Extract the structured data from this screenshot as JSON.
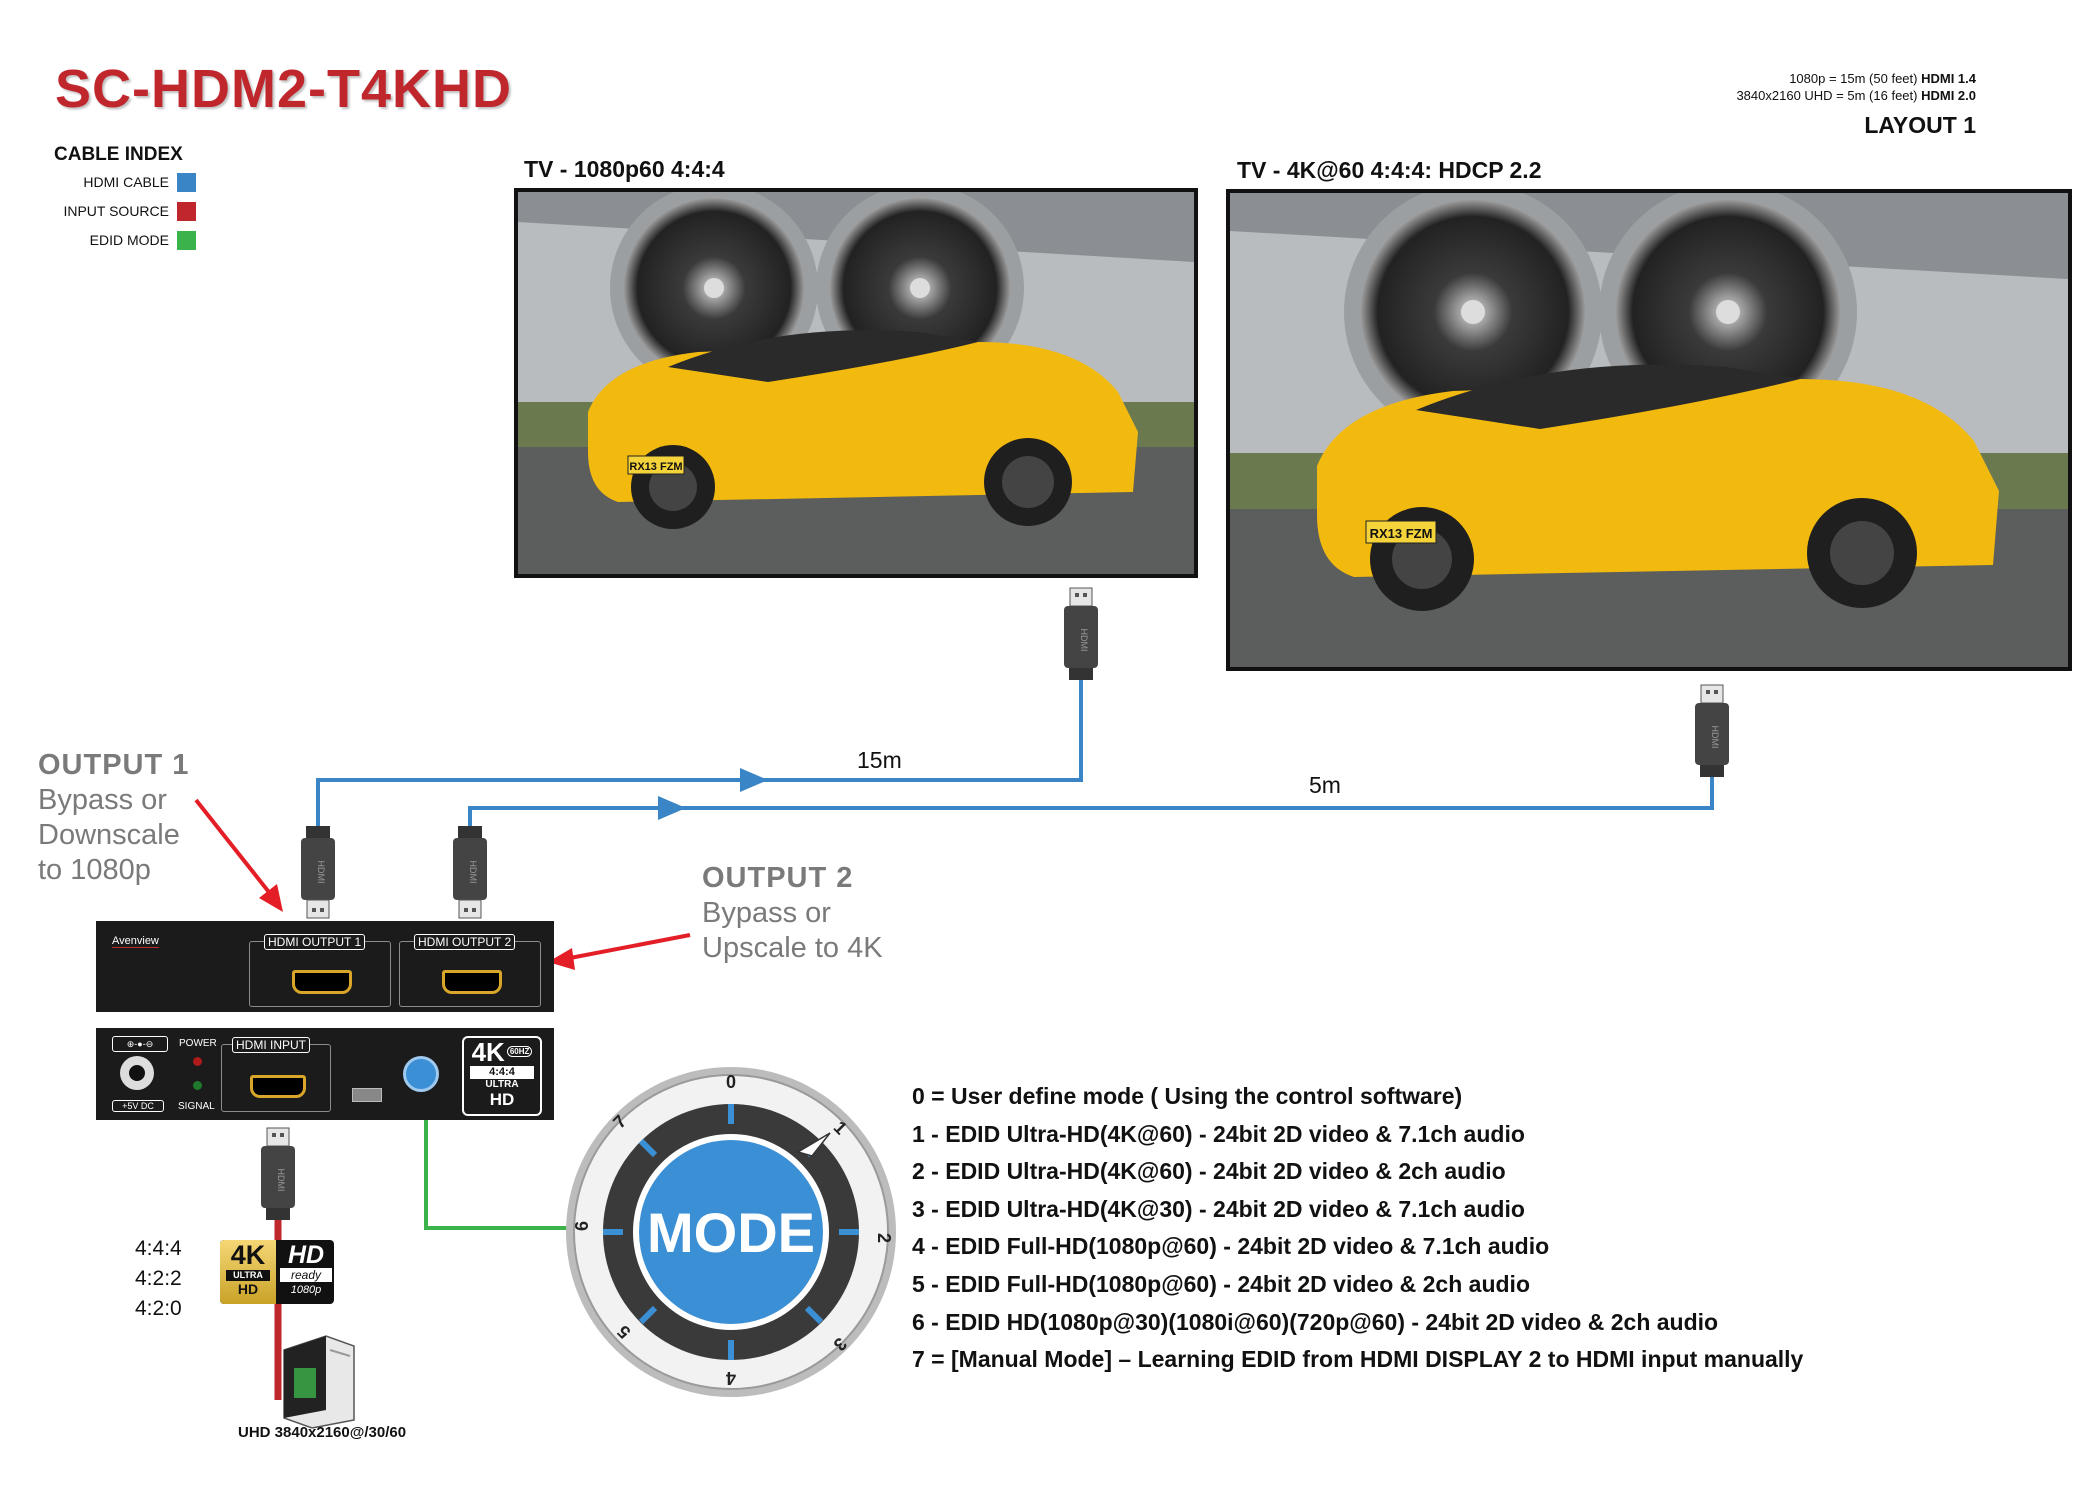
{
  "title": "SC-HDM2-T4KHD",
  "cable_index": {
    "title": "CABLE INDEX",
    "items": [
      {
        "label": "HDMI CABLE",
        "color": "#3a85c6"
      },
      {
        "label": "INPUT SOURCE",
        "color": "#c0272d"
      },
      {
        "label": "EDID MODE",
        "color": "#3cb34a"
      }
    ]
  },
  "spec": {
    "line1_text": "1080p = 15m (50 feet) ",
    "line1_bold": "HDMI 1.4",
    "line2_text": "3840x2160 UHD = 5m (16 feet) ",
    "line2_bold": "HDMI 2.0"
  },
  "layout_label": "LAYOUT 1",
  "tv1": {
    "label": "TV - 1080p60 4:4:4",
    "plate": "RX13 FZM"
  },
  "tv2": {
    "label": "TV - 4K@60  4:4:4: HDCP 2.2",
    "plate": "RX13 FZM"
  },
  "cables": {
    "len1": "15m",
    "len2": "5m",
    "plug_text": "HDMI"
  },
  "output1": {
    "heading": "OUTPUT 1",
    "line1": "Bypass or",
    "line2": "Downscale",
    "line3": "to 1080p"
  },
  "output2": {
    "heading": "OUTPUT 2",
    "line1": "Bypass or",
    "line2": "Upscale to 4K"
  },
  "device_top": {
    "brand": "Avenview",
    "port1": "HDMI OUTPUT 1",
    "port2": "HDMI OUTPUT 2"
  },
  "device_bottom": {
    "power_label": "POWER",
    "signal_label": "SIGNAL",
    "dc_label": "+5V DC",
    "input_label": "HDMI INPUT",
    "badge_4k": "4K",
    "badge_hz": "60HZ",
    "badge_ratio": "4:4:4",
    "badge_ultra": "ULTRA",
    "badge_hd": "HD"
  },
  "formats": [
    "4:4:4",
    "4:2:2",
    "4:2:0"
  ],
  "source_badge": {
    "k4": "4K",
    "ultra": "ULTRA",
    "hd_small": "HD",
    "hd": "HD",
    "ready": "ready",
    "p1080": "1080p"
  },
  "source_label": "UHD 3840x2160@/30/60",
  "mode_dial": {
    "label": "MODE",
    "numbers": [
      "0",
      "1",
      "2",
      "3",
      "4",
      "5",
      "6",
      "7"
    ]
  },
  "edid_modes": [
    "0 = User define mode ( Using the control software)",
    "1 - EDID Ultra-HD(4K@60) - 24bit 2D video & 7.1ch audio",
    "2 - EDID Ultra-HD(4K@60) - 24bit 2D video & 2ch audio",
    "3 - EDID Ultra-HD(4K@30) - 24bit 2D video & 7.1ch audio",
    "4 - EDID Full-HD(1080p@60) - 24bit 2D video & 7.1ch audio",
    "5 - EDID Full-HD(1080p@60) - 24bit 2D video & 2ch audio",
    "6 - EDID HD(1080p@30)(1080i@60)(720p@60) - 24bit 2D video & 2ch audio",
    "7 = [Manual Mode] – Learning EDID from HDMI DISPLAY 2 to HDMI input manually"
  ],
  "colors": {
    "hdmi": "#3a85c6",
    "input": "#c0272d",
    "edid": "#3cb34a",
    "arrow": "#e41e26",
    "dial_blue": "#3b8fd4"
  }
}
